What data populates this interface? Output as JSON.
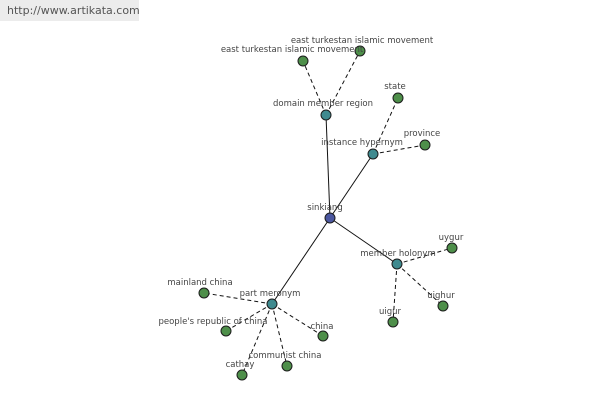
{
  "watermark": {
    "text": "http://www.artikata.com"
  },
  "graph": {
    "center": {
      "id": "sinkiang",
      "label": "sinkiang",
      "color": "#4b57a0"
    },
    "relations": [
      {
        "id": "domain-member-region",
        "label": "domain member region",
        "color": "#3f8a8f"
      },
      {
        "id": "instance-hypernym",
        "label": "instance hypernym",
        "color": "#3f8a8f"
      },
      {
        "id": "member-holonym",
        "label": "member holonym",
        "color": "#3f8a8f"
      },
      {
        "id": "part-meronym",
        "label": "part meronym",
        "color": "#3f8a8f"
      }
    ],
    "leaves": [
      {
        "id": "east-turkestan-islamic-movement-1",
        "label": "east turkestan islamic movement",
        "parent": "domain-member-region"
      },
      {
        "id": "east-turkestan-islamic-movement-2",
        "label": "east turkestan islamic movement",
        "parent": "domain-member-region"
      },
      {
        "id": "state",
        "label": "state",
        "parent": "instance-hypernym"
      },
      {
        "id": "province",
        "label": "province",
        "parent": "instance-hypernym"
      },
      {
        "id": "uygur",
        "label": "uygur",
        "parent": "member-holonym"
      },
      {
        "id": "uighur",
        "label": "uighur",
        "parent": "member-holonym"
      },
      {
        "id": "uigur",
        "label": "uigur",
        "parent": "member-holonym"
      },
      {
        "id": "mainland-china",
        "label": "mainland china",
        "parent": "part-meronym"
      },
      {
        "id": "peoples-republic-of-china",
        "label": "people's republic of china",
        "parent": "part-meronym"
      },
      {
        "id": "china",
        "label": "china",
        "parent": "part-meronym"
      },
      {
        "id": "communist-china",
        "label": "communist china",
        "parent": "part-meronym"
      },
      {
        "id": "cathay",
        "label": "cathay",
        "parent": "part-meronym"
      }
    ],
    "leaf_color": "#4e8f4a"
  }
}
